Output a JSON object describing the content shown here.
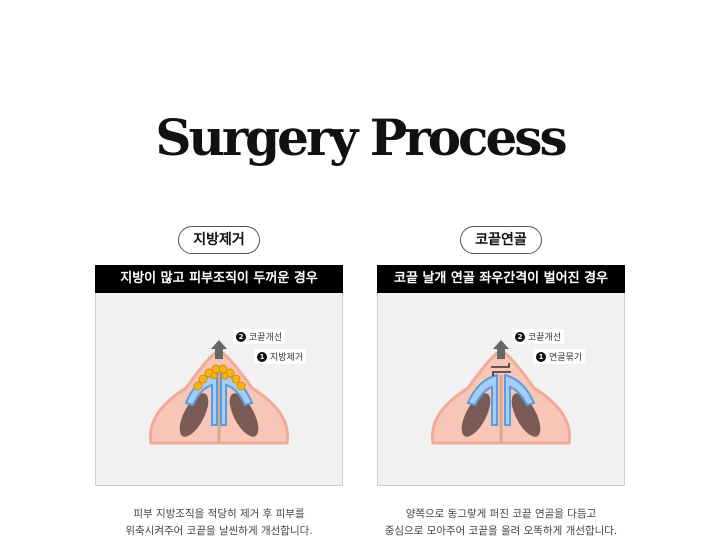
{
  "title": "Surgery Process",
  "columns": [
    {
      "pill": "지방제거",
      "header": "지방이 많고 피부조직이 두꺼운 경우",
      "labels": [
        {
          "num": "2",
          "text": "코끝개선"
        },
        {
          "num": "1",
          "text": "지방제거"
        }
      ],
      "desc": [
        "피부 지방조직을 적당히 제거 후 피부를",
        "위축시켜주어 코끝을 날씬하게 개선합니다."
      ]
    },
    {
      "pill": "코끝연골",
      "header": "코끝 날개 연골 좌우간격이 벌어진 경우",
      "labels": [
        {
          "num": "2",
          "text": "코끝개선"
        },
        {
          "num": "1",
          "text": "연골묶기"
        }
      ],
      "desc": [
        "양쪽으로 동그랗게 퍼진 코끝 연골을 다듬고",
        "중심으로 모아주어 코끝을 올려 오똑하게 개선합니다."
      ]
    }
  ]
}
